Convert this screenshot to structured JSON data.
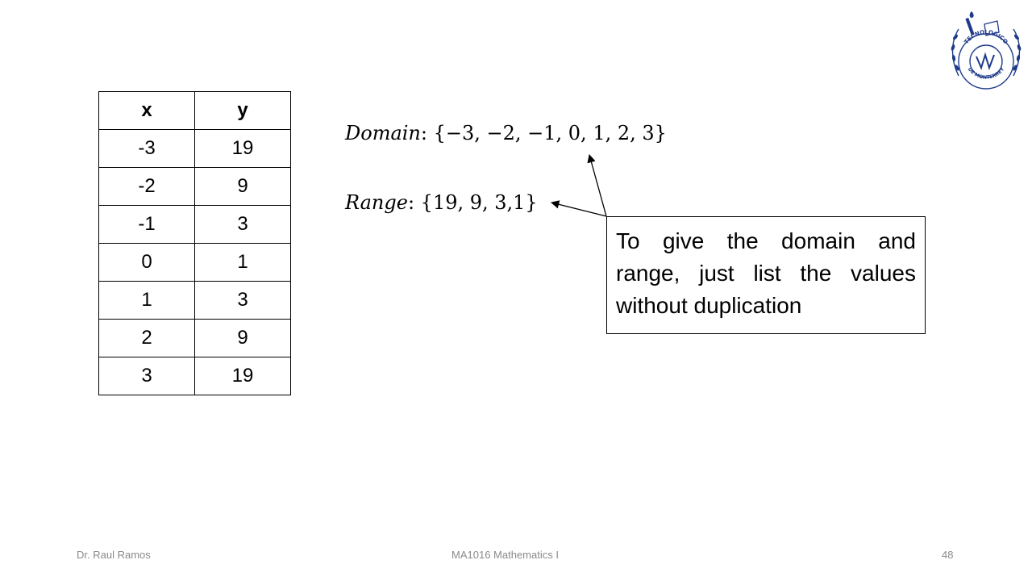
{
  "table": {
    "headers": {
      "x": "x",
      "y": "y"
    },
    "rows": [
      {
        "x": "-3",
        "y": "19"
      },
      {
        "x": "-2",
        "y": "9"
      },
      {
        "x": "-1",
        "y": "3"
      },
      {
        "x": "0",
        "y": "1"
      },
      {
        "x": "1",
        "y": "3"
      },
      {
        "x": "2",
        "y": "9"
      },
      {
        "x": "3",
        "y": "19"
      }
    ]
  },
  "domain": {
    "label": "Domain",
    "set": ": {−3, −2, −1, 0, 1, 2, 3}"
  },
  "range": {
    "label": "Range",
    "set": ": {19, 9, 3,1}"
  },
  "note": "To give the domain and range, just list the values without duplication",
  "footer": {
    "author": "Dr. Raul Ramos",
    "course": "MA1016 Mathematics I",
    "page": "48"
  },
  "logo": {
    "icon": "tecnologico-de-monterrey-seal-icon",
    "text": "TECNOLOGICO DE MONTERREY",
    "color": "#1f3a8a"
  }
}
